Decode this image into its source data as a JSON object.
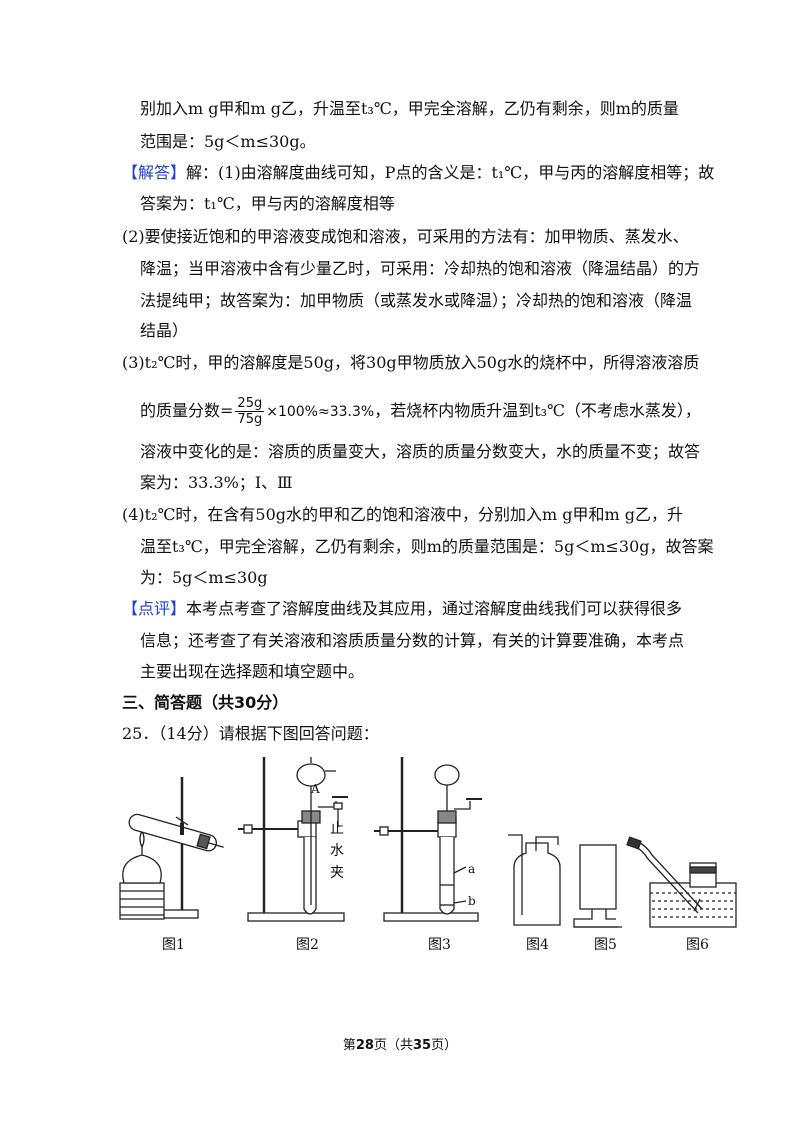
{
  "lines": {
    "l1": "别加入m g甲和m g乙，升温至t₃℃，甲完全溶解，乙仍有剩余，则m的质量",
    "l2": "范围是：5g＜m≤30g。",
    "l3_tag": "【解答】",
    "l3": "解：(1)由溶解度曲线可知，P点的含义是：t₁℃，甲与丙的溶解度相等；故",
    "l4": "答案为：t₁℃，甲与丙的溶解度相等",
    "l5": "(2)要使接近饱和的甲溶液变成饱和溶液，可采用的方法有：加甲物质、蒸发水、",
    "l6": "降温；当甲溶液中含有少量乙时，可采用：冷却热的饱和溶液（降温结晶）的方",
    "l7": "法提纯甲；故答案为：加甲物质（或蒸发水或降温）；冷却热的饱和溶液（降温",
    "l8": "结晶）",
    "l9": "(3)t₂℃时，甲的溶解度是50g，将30g甲物质放入50g水的烧杯中，所得溶液溶质",
    "l10_a": "的质量分数=",
    "l10_num": "25g",
    "l10_den": "75g",
    "l10_b": "×100%≈33.3%",
    "l10_c": "，若烧杯内物质升温到t₃℃（不考虑水蒸发），",
    "l11": "溶液中变化的是：溶质的质量变大，溶质的质量分数变大，水的质量不变；故答",
    "l12": "案为：33.3%；Ⅰ、Ⅲ",
    "l13": "(4)t₂℃时，在含有50g水的甲和乙的饱和溶液中，分别加入m g甲和m g乙，升",
    "l14": "温至t₃℃，甲完全溶解，乙仍有剩余，则m的质量范围是：5g＜m≤30g，故答案",
    "l15": "为：5g＜m≤30g",
    "l16_tag": "【点评】",
    "l16": "本考点考查了溶解度曲线及其应用，通过溶解度曲线我们可以获得很多",
    "l17": "信息；还考查了有关溶液和溶质质量分数的计算，有关的计算要准确，本考点",
    "l18": "主要出现在选择题和填空题中。",
    "section": "三、简答题（共30分）",
    "q25": "25．（14分）请根据下图回答问题："
  },
  "figure": {
    "labels": [
      "图1",
      "图2",
      "图3",
      "图4",
      "图5",
      "图6"
    ],
    "label_A": "A",
    "clamp_text": [
      "止",
      "水",
      "夹"
    ],
    "label_a": "a",
    "label_b": "b"
  },
  "footer": {
    "prefix": "第",
    "page": "28",
    "mid": "页（共",
    "total": "35",
    "suffix": "页）"
  }
}
